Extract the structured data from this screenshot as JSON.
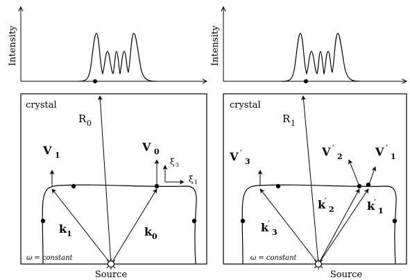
{
  "panels": [
    {
      "intensity_label": "Intensity",
      "crystal_label": "crystal",
      "incident_ray_label": "R",
      "incident_ray_sub": "0",
      "field_labels": {
        "v_left": {
          "main": "V",
          "prime": "",
          "sub": "1"
        },
        "v_right": {
          "main": "V",
          "prime": "",
          "sub": "0"
        },
        "xi3": {
          "main": "ξ",
          "sub": "3"
        },
        "xi1": {
          "main": "ξ",
          "sub": "1"
        }
      },
      "k_labels": {
        "k_left": {
          "main": "k",
          "prime": "",
          "sub": "1"
        },
        "k_right": {
          "main": "k",
          "prime": "",
          "sub": "0"
        }
      },
      "omega_label": "ω = constant",
      "source_label": "Source"
    },
    {
      "intensity_label": "Intensity",
      "crystal_label": "crystal",
      "incident_ray_label": "R",
      "incident_ray_sub": "1",
      "field_labels": {
        "v_left": {
          "main": "V",
          "prime": "′",
          "sub": "3"
        },
        "v_mid": {
          "main": "V",
          "prime": "′",
          "sub": "2"
        },
        "v_right": {
          "main": "V",
          "prime": "′",
          "sub": "1"
        }
      },
      "k_labels": {
        "k_left": {
          "main": "k",
          "prime": "′",
          "sub": "3"
        },
        "k_mid": {
          "main": "k",
          "prime": "′",
          "sub": "2"
        },
        "k_right": {
          "main": "k",
          "prime": "′",
          "sub": "1"
        }
      },
      "omega_label": "ω = constant",
      "source_label": "Source"
    }
  ]
}
